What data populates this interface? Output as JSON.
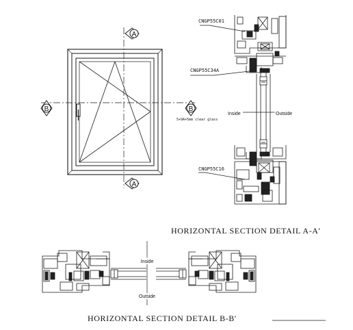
{
  "section_markers": {
    "a_top": "A",
    "a_bottom": "A",
    "b_left": "B",
    "b_right": "B"
  },
  "labels": {
    "profile_frame_top": "CNGP55C01",
    "profile_sash": "CNGP55C34A",
    "profile_frame_bottom": "CNGP55C16",
    "inside_vertical": "Inside",
    "outside_vertical": "Outside",
    "glass_spec": "5+9A+5mm clear glass",
    "inside_horizontal": "Inside",
    "outside_horizontal": "Outside"
  },
  "titles": {
    "section_a": "HORIZONTAL SECTION DETAIL A-A'",
    "section_b": "HORIZONTAL SECTION DETAIL B-B'"
  },
  "colors": {
    "line": "#1a1a1a",
    "background": "#ffffff"
  }
}
